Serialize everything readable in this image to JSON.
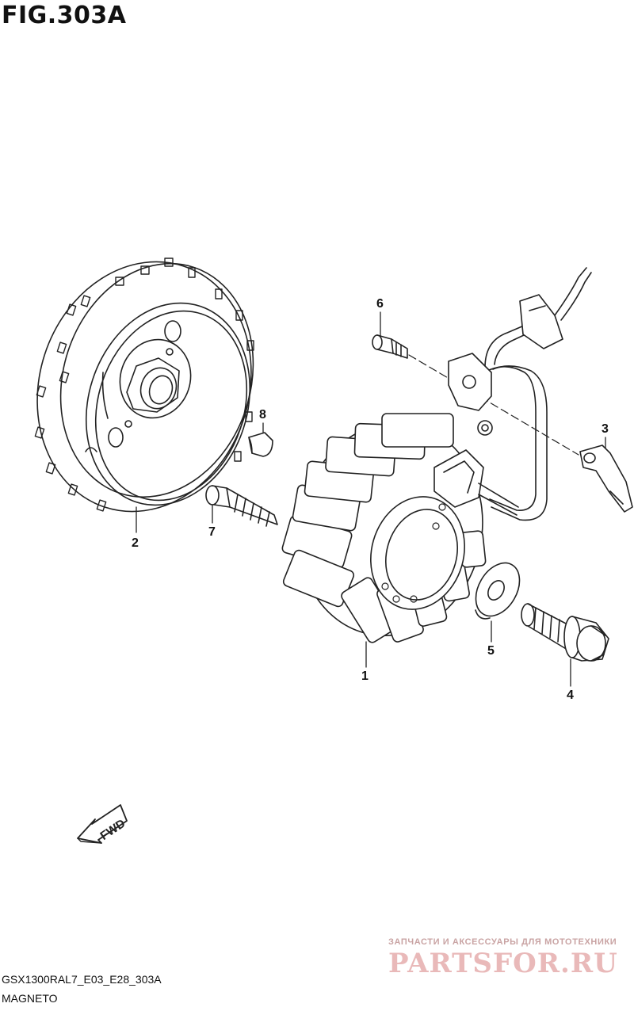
{
  "figure": {
    "title": "FIG.303A",
    "model_code": "GSX1300RAL7_E03_E28_303A",
    "section_name": "MAGNETO"
  },
  "callouts": [
    {
      "id": "1",
      "label": "1"
    },
    {
      "id": "2",
      "label": "2"
    },
    {
      "id": "3",
      "label": "3"
    },
    {
      "id": "4",
      "label": "4"
    },
    {
      "id": "5",
      "label": "5"
    },
    {
      "id": "6",
      "label": "6"
    },
    {
      "id": "7",
      "label": "7"
    },
    {
      "id": "8",
      "label": "8"
    }
  ],
  "fwd_arrow": {
    "label": "FWD"
  },
  "watermark": {
    "tagline": "ЗАПЧАСТИ И АКСЕССУАРЫ ДЛЯ МОТОТЕХНИКИ",
    "brand": "PARTSFOR.RU"
  },
  "colors": {
    "line": "#222222",
    "watermark_brand": "#e9b9b9",
    "watermark_tag": "#c9a3a3"
  }
}
